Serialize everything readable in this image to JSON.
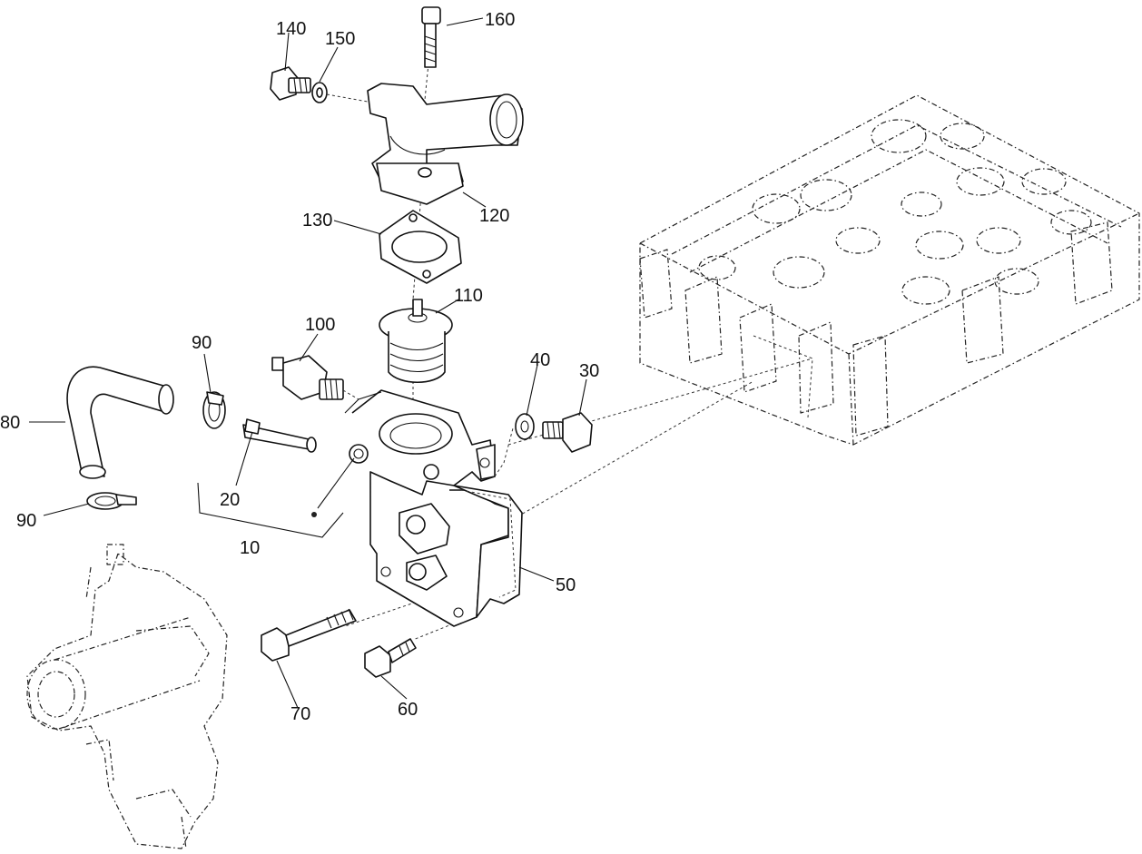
{
  "diagram": {
    "callouts": [
      {
        "id": "p160",
        "label": "160"
      },
      {
        "id": "p140",
        "label": "140"
      },
      {
        "id": "p150",
        "label": "150"
      },
      {
        "id": "p120",
        "label": "120"
      },
      {
        "id": "p130",
        "label": "130"
      },
      {
        "id": "p110",
        "label": "110"
      },
      {
        "id": "p100",
        "label": "100"
      },
      {
        "id": "p90a",
        "label": "90"
      },
      {
        "id": "p40",
        "label": "40"
      },
      {
        "id": "p30",
        "label": "30"
      },
      {
        "id": "p80",
        "label": "80"
      },
      {
        "id": "p20",
        "label": "20"
      },
      {
        "id": "p90b",
        "label": "90"
      },
      {
        "id": "p10",
        "label": "10"
      },
      {
        "id": "p50",
        "label": "50"
      },
      {
        "id": "p70",
        "label": "70"
      },
      {
        "id": "p60",
        "label": "60"
      }
    ]
  }
}
